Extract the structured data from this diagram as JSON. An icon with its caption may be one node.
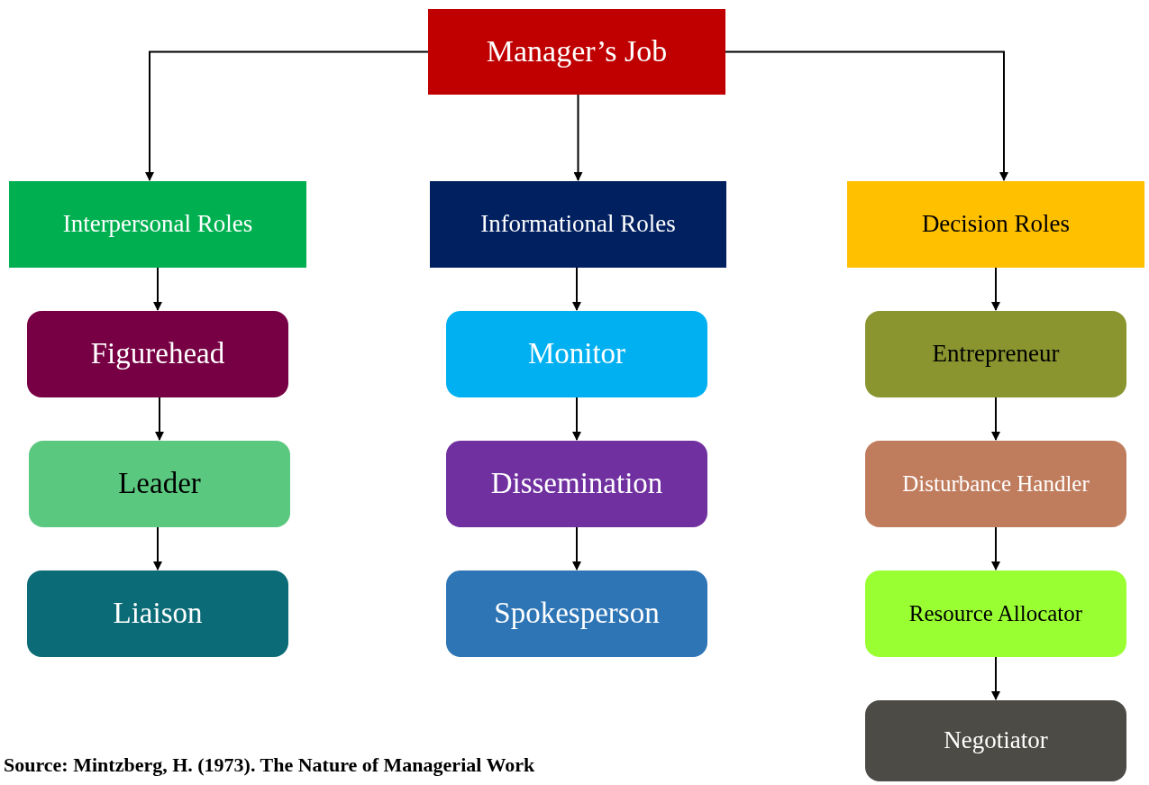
{
  "diagram": {
    "caption": "Source: Mintzberg, H. (1973). The Nature of Managerial Work",
    "nodes": [
      {
        "text": [
          "Manager’s Job"
        ]
      },
      {
        "text": [
          "Interpersonal Roles"
        ]
      },
      {
        "text": [
          "Informational Roles"
        ]
      },
      {
        "text": [
          "Decision Roles"
        ]
      },
      {
        "text": [
          "Figurehead"
        ]
      },
      {
        "text": [
          "Leader"
        ]
      },
      {
        "text": [
          "Liaison"
        ]
      },
      {
        "text": [
          "Monitor"
        ]
      },
      {
        "text": [
          "Dissemination"
        ]
      },
      {
        "text": [
          "Spokesperson"
        ]
      },
      {
        "text": [
          "Entrepreneur"
        ]
      },
      {
        "text": [
          "Disturbance Handler"
        ]
      },
      {
        "text": [
          "Resource Allocator"
        ]
      },
      {
        "text": [
          "Negotiator"
        ]
      }
    ],
    "edges": [
      {
        "from": 0,
        "to": 1,
        "arrow": "to"
      },
      {
        "from": 0,
        "to": 2,
        "arrow": "to"
      },
      {
        "from": 0,
        "to": 3,
        "arrow": "to"
      },
      {
        "from": 1,
        "to": 4,
        "arrow": "to"
      },
      {
        "from": 4,
        "to": 5,
        "arrow": "to"
      },
      {
        "from": 5,
        "to": 6,
        "arrow": "to"
      },
      {
        "from": 2,
        "to": 7,
        "arrow": "to"
      },
      {
        "from": 7,
        "to": 8,
        "arrow": "to"
      },
      {
        "from": 8,
        "to": 9,
        "arrow": "to"
      },
      {
        "from": 3,
        "to": 10,
        "arrow": "to"
      },
      {
        "from": 10,
        "to": 11,
        "arrow": "to"
      },
      {
        "from": 11,
        "to": 12,
        "arrow": "to"
      },
      {
        "from": 12,
        "to": 13,
        "arrow": "to"
      }
    ]
  }
}
